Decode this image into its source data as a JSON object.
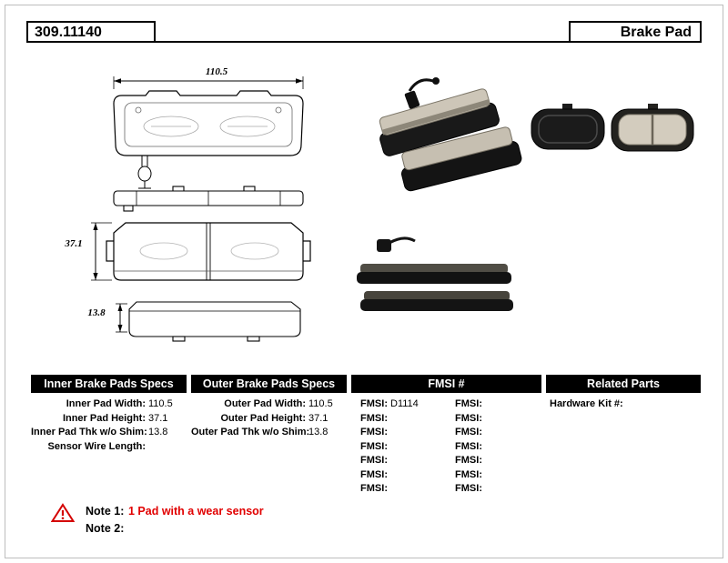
{
  "page": {
    "part_number": "309.11140",
    "product_name": "Brake Pad"
  },
  "dimensions": {
    "width": "110.5",
    "height": "37.1",
    "thickness": "13.8"
  },
  "tables": {
    "inner": {
      "title": "Inner Brake Pads Specs",
      "rows": [
        {
          "label": "Inner Pad Width:",
          "value": "110.5"
        },
        {
          "label": "Inner Pad Height:",
          "value": "37.1"
        },
        {
          "label": "Inner Pad Thk w/o Shim:",
          "value": "13.8"
        },
        {
          "label": "Sensor Wire Length:",
          "value": ""
        }
      ]
    },
    "outer": {
      "title": "Outer Brake Pads Specs",
      "rows": [
        {
          "label": "Outer Pad Width:",
          "value": "110.5"
        },
        {
          "label": "Outer Pad Height:",
          "value": "37.1"
        },
        {
          "label": "Outer Pad Thk w/o Shim:",
          "value": "13.8"
        }
      ]
    },
    "fmsi": {
      "title": "FMSI #",
      "rows": [
        {
          "l": "FMSI:",
          "lv": "D1114",
          "r": "FMSI:",
          "rv": ""
        },
        {
          "l": "FMSI:",
          "lv": "",
          "r": "FMSI:",
          "rv": ""
        },
        {
          "l": "FMSI:",
          "lv": "",
          "r": "FMSI:",
          "rv": ""
        },
        {
          "l": "FMSI:",
          "lv": "",
          "r": "FMSI:",
          "rv": ""
        },
        {
          "l": "FMSI:",
          "lv": "",
          "r": "FMSI:",
          "rv": ""
        },
        {
          "l": "FMSI:",
          "lv": "",
          "r": "FMSI:",
          "rv": ""
        },
        {
          "l": "FMSI:",
          "lv": "",
          "r": "FMSI:",
          "rv": ""
        }
      ]
    },
    "related": {
      "title": "Related Parts",
      "rows": [
        {
          "label": "Hardware Kit #:",
          "value": ""
        }
      ]
    }
  },
  "notes": {
    "note1_label": "Note 1:",
    "note1_text": "1 Pad with a wear sensor",
    "note2_label": "Note 2:",
    "note2_text": ""
  }
}
